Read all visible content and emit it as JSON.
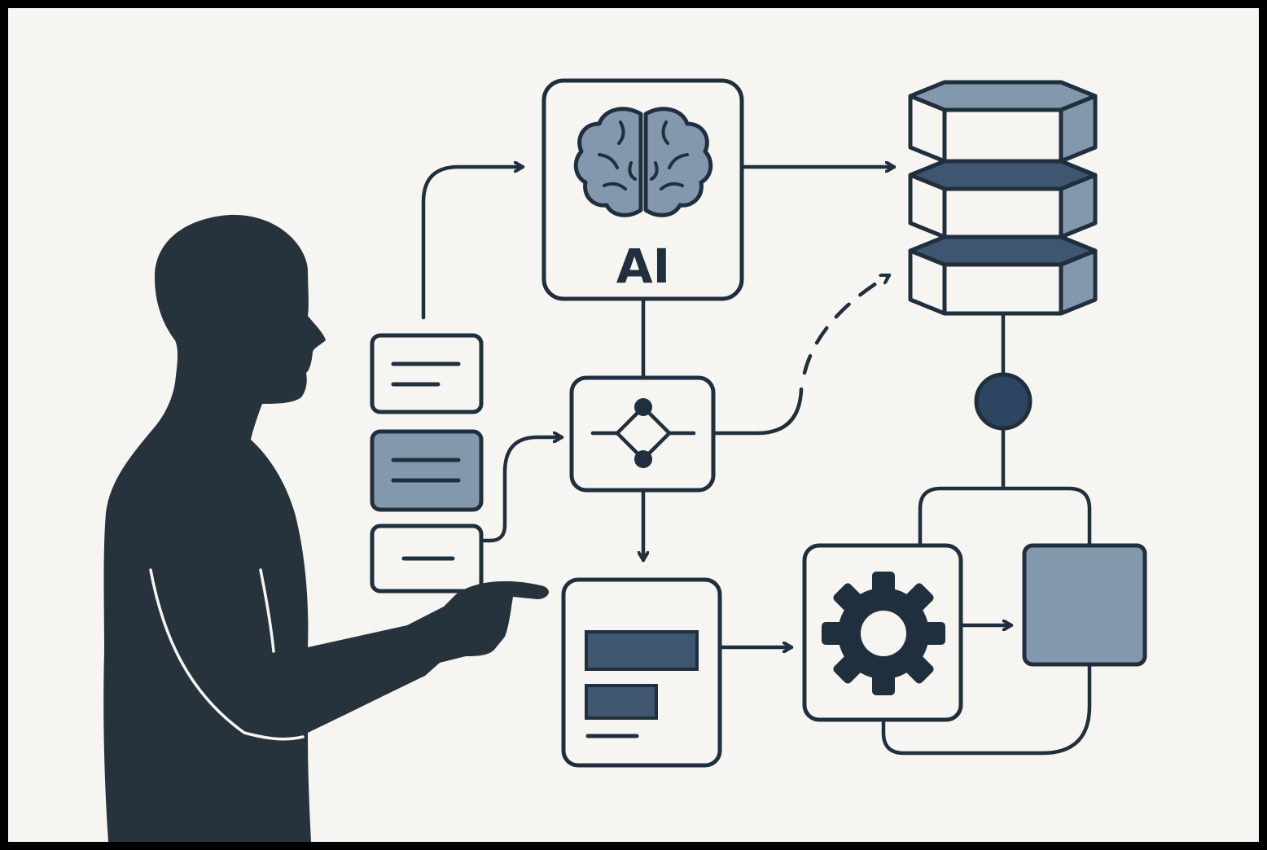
{
  "ai_node": {
    "label": "AI",
    "icon": "brain-icon"
  },
  "decision_node": {
    "icon": "branch-diamond-icon"
  },
  "database_node": {
    "icon": "stacked-database-icon",
    "layers": 3
  },
  "settings_node": {
    "icon": "gear-icon"
  },
  "output_node": {
    "icon": "square-block-icon"
  },
  "report_node": {
    "icon": "document-bars-icon"
  },
  "input_cards": {
    "count": 3,
    "highlighted_index": 1
  },
  "person": {
    "icon": "pointing-person-silhouette"
  },
  "colors": {
    "background": "#f7f5f1",
    "frame": "#000000",
    "ink": "#1f2f3d",
    "silhouette": "#27333c",
    "accent_light": "#8498ad",
    "accent_dark": "#3f5670",
    "connector_node": "#2c4560"
  }
}
